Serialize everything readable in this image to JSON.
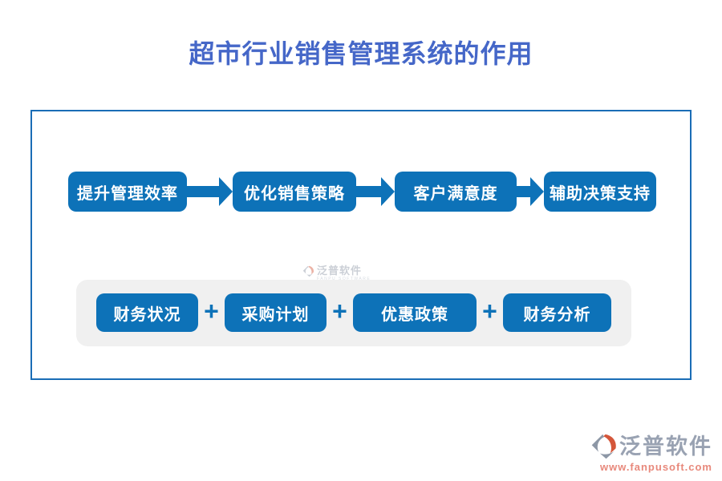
{
  "page": {
    "title": "超市行业销售管理系统的作用"
  },
  "colors": {
    "title_blue": "#4567c8",
    "button_blue": "#0d72b8",
    "box_border_blue": "#1a6db6",
    "group_background": "#f0f0f0",
    "footer_brand_gray": "#99a2b2",
    "footer_url_salmon": "#e8897c",
    "logo_orange": "#d4563a",
    "logo_gray": "#8d97a6"
  },
  "flow": {
    "steps": [
      {
        "label": "提升管理效率"
      },
      {
        "label": "优化销售策略"
      },
      {
        "label": "客户满意度"
      },
      {
        "label": "辅助决策支持"
      }
    ]
  },
  "group": {
    "separator": "+",
    "items": [
      {
        "label": "财务状况"
      },
      {
        "label": "采购计划"
      },
      {
        "label": "优惠政策"
      },
      {
        "label": "财务分析"
      }
    ]
  },
  "watermark": {
    "brand": "泛普软件",
    "tagline": "FANPU SOFTWARE"
  },
  "footer": {
    "brand": "泛普软件",
    "url": "www.fanpusoft.com"
  },
  "icons": {
    "arrow_right": "→",
    "plus": "+"
  }
}
